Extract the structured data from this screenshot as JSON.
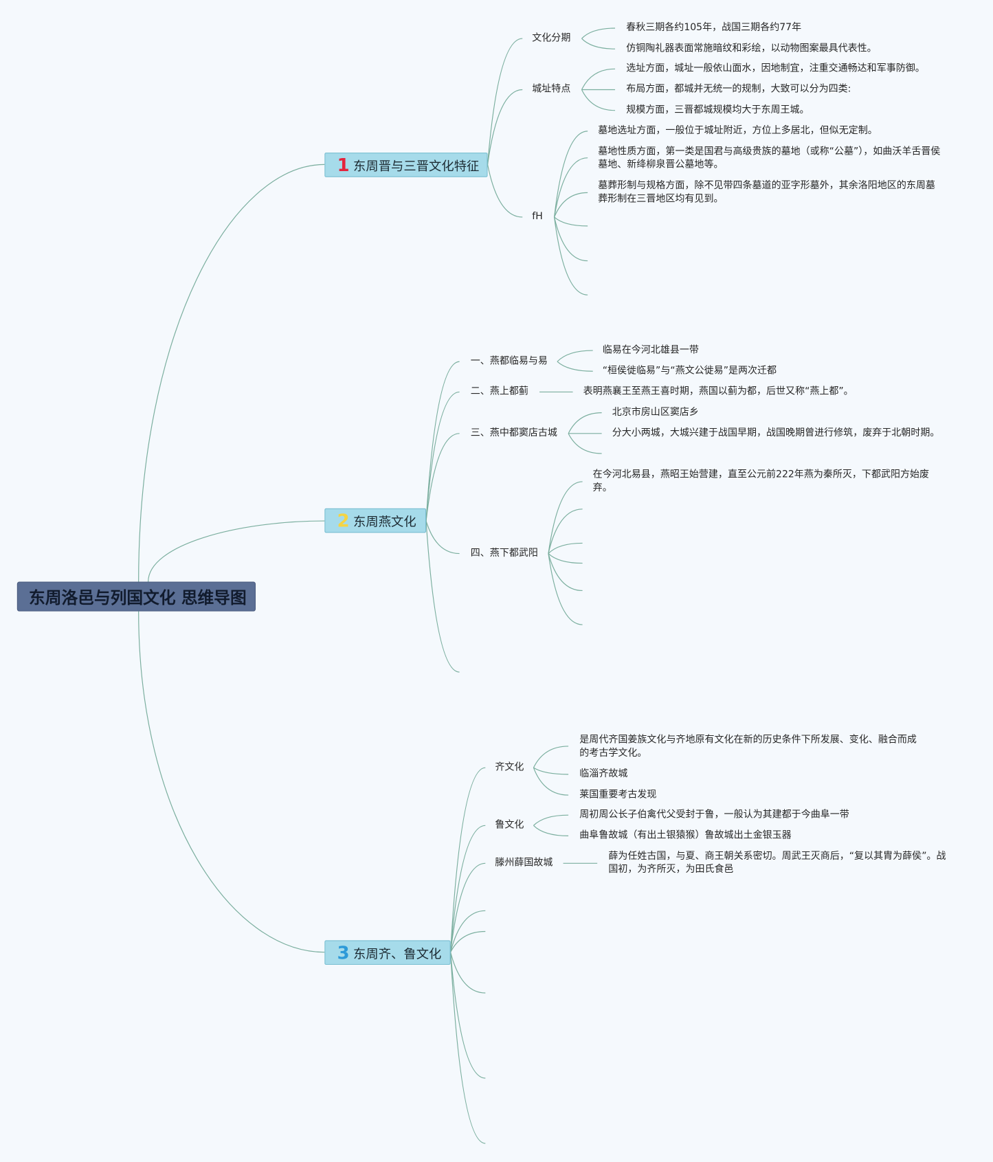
{
  "root": {
    "title": "东周洛邑与列国文化 思维导图"
  },
  "branches": [
    {
      "number": "1",
      "number_color": "#e4233c",
      "title": "东周晋与三晋文化特征",
      "children": [
        {
          "label": "文化分期",
          "leaves": [
            "春秋三期各约105年，战国三期各约77年",
            "仿铜陶礼器表面常施暗纹和彩绘，以动物图案最具代表性。"
          ]
        },
        {
          "label": "城址特点",
          "leaves": [
            "选址方面，城址一般依山面水，因地制宜，注重交通畅达和军事防御。",
            "布局方面，都城并无统一的规制，大致可以分为四类:",
            "规模方面，三晋都城规模均大于东周王城。"
          ]
        },
        {
          "label": "fH",
          "leaves": [
            "墓地选址方面，一般位于城址附近，方位上多居北，但似无定制。",
            "墓地性质方面，第一类是国君与高级贵族的墓地（或称“公墓”），如曲沃羊舌晋侯墓地、新绛柳泉晋公墓地等。",
            "墓葬形制与规格方面，除不见带四条墓道的亚字形墓外，其余洛阳地区的东周墓葬形制在三晋地区均有见到。"
          ]
        }
      ]
    },
    {
      "number": "2",
      "number_color": "#f5d443",
      "title": "东周燕文化",
      "children": [
        {
          "label": "一、燕都临易与易",
          "leaves": [
            "临易在今河北雄县一带",
            "“桓侯徙临易”与“燕文公徙易”是两次迁都"
          ]
        },
        {
          "label": "二、燕上都蓟",
          "leaves": [
            "表明燕襄王至燕王喜时期，燕国以蓟为都，后世又称“燕上都”。"
          ]
        },
        {
          "label": "三、燕中都窦店古城",
          "leaves": [
            "北京市房山区窦店乡",
            "分大小两城，大城兴建于战国早期，战国晚期曾进行修筑，废弃于北朝时期。"
          ]
        },
        {
          "label": "四、燕下都武阳",
          "leaves": [
            "在今河北易县，燕昭王始营建，直至公元前222年燕为秦所灭，下都武阳方始废弃。"
          ]
        }
      ]
    },
    {
      "number": "3",
      "number_color": "#2d9ad8",
      "title": "东周齐、鲁文化",
      "children": [
        {
          "label": "齐文化",
          "leaves": [
            "是周代齐国姜族文化与齐地原有文化在新的历史条件下所发展、变化、融合而成的考古学文化。",
            "临淄齐故城",
            "莱国重要考古发现"
          ]
        },
        {
          "label": "鲁文化",
          "leaves": [
            "周初周公长子伯禽代父受封于鲁，一般认为其建都于今曲阜一带",
            "曲阜鲁故城（有出土银猿猴）鲁故城出土金银玉器"
          ]
        },
        {
          "label": "滕州薛国故城",
          "leaves": [
            "薛为任姓古国，与夏、商王朝关系密切。周武王灭商后，“复以其胄为薛侯”。战国初，为齐所灭，为田氏食邑"
          ]
        }
      ]
    }
  ],
  "colors": {
    "background": "#f5f9fd",
    "connector": "#7aae9e",
    "root_fill": "#5b6f95",
    "branch_fill": "#a6dbea"
  }
}
